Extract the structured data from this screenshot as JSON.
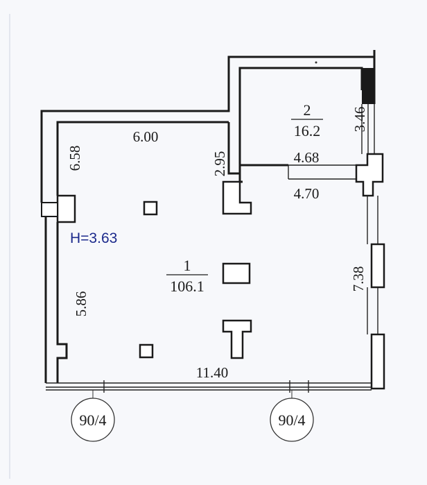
{
  "plan": {
    "height_label": "H=3.63",
    "rooms": [
      {
        "number": "1",
        "area": "106.1"
      },
      {
        "number": "2",
        "area": "16.2"
      }
    ],
    "dimensions": {
      "top_main": "6.00",
      "left_upper": "6.58",
      "left_lower": "5.86",
      "inner_partition": "2.95",
      "room2_right": "3.46",
      "room2_wall_top": "4.68",
      "room2_wall_bottom": "4.70",
      "right_main": "7.38",
      "bottom_main": "11.40"
    },
    "axes": [
      {
        "label": "90/4"
      },
      {
        "label": "90/4"
      }
    ]
  }
}
